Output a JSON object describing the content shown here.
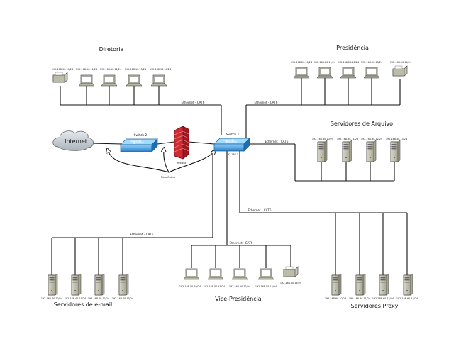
{
  "groups": {
    "diretoria": {
      "title": "Diretoria",
      "ips": [
        "192.168.10.10/24",
        "192.168.10.11/24",
        "192.168.10.12/24",
        "192.168.10.13/24",
        "192.168.10.14/24"
      ]
    },
    "presidencia": {
      "title": "Presidência",
      "ips": [
        "192.168.20.10/24",
        "192.168.20.11/24",
        "192.168.20.12/24",
        "192.168.20.13/24",
        "192.168.20.14/24"
      ]
    },
    "arquivo": {
      "title": "Servidores de Arquivo",
      "ips": [
        "192.168.30.10/24",
        "192.168.30.11/24",
        "192.168.30.12/24",
        "192.168.30.13/24"
      ]
    },
    "email": {
      "title": "Servidores de e-mail",
      "ips": [
        "192.168.40.10/24",
        "192.168.40.11/24",
        "192.168.40.12/24",
        "192.168.40.13/24"
      ]
    },
    "vice": {
      "title": "Vice-Presidência",
      "ips": [
        "192.168.50.10/24",
        "192.168.50.11/24",
        "192.168.50.12/24",
        "192.168.50.13/24",
        "192.168.50.14/24"
      ]
    },
    "proxy": {
      "title": "Servidores Proxy",
      "ips": [
        "192.168.60.10/24",
        "192.168.60.11/24",
        "192.168.60.12/24",
        "192.168.60.13/24"
      ]
    }
  },
  "links": {
    "diretoria": "Ethernet - CAT6",
    "presidencia": "Ethernet - CAT6",
    "arquivo": "Ethernet - CAT6",
    "proxy": "Ethernet - CAT6",
    "email": "Ethernet - CAT6",
    "vice": "Ethernet - CAT6"
  },
  "core": {
    "internet": "Internet",
    "switch2": "Switch 2",
    "firewall": "Firewall",
    "switch1": "Switch 1",
    "switch1_ip": "192.168.1.1",
    "fibra": "Fibra Óptica"
  },
  "colors": {
    "line": "#111111",
    "switch": "#3a8fd0",
    "firewall": "#c0202a",
    "cloud": "#c8cfd6",
    "device": "#c9c8b6"
  }
}
